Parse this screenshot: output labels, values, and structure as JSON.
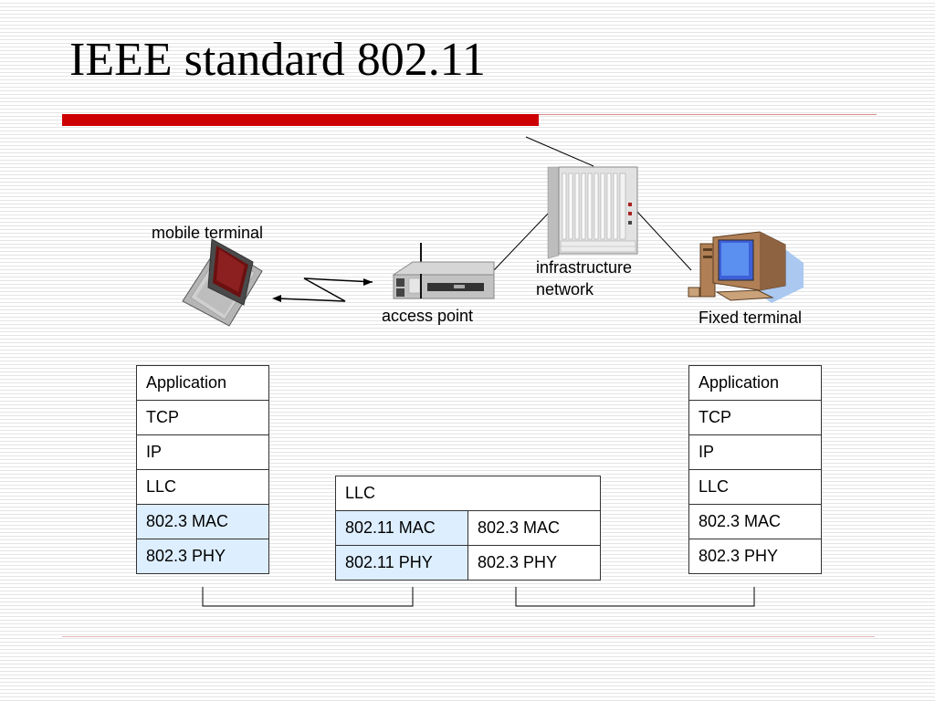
{
  "slide": {
    "title": "IEEE standard 802.11"
  },
  "diagram": {
    "mobile_terminal_label": "mobile terminal",
    "access_point_label": "access point",
    "infrastructure_label_line1": "infrastructure",
    "infrastructure_label_line2": "network",
    "fixed_terminal_label": "Fixed terminal"
  },
  "stacks": {
    "mobile": [
      "Application",
      "TCP",
      "IP",
      "LLC",
      "802.3 MAC",
      "802.3 PHY"
    ],
    "access_point": {
      "llc": "LLC",
      "wireless_mac": "802.11 MAC",
      "wired_mac": "802.3 MAC",
      "wireless_phy": "802.11 PHY",
      "wired_phy": "802.3 PHY"
    },
    "fixed": [
      "Application",
      "TCP",
      "IP",
      "LLC",
      "802.3 MAC",
      "802.3 PHY"
    ]
  },
  "colors": {
    "title_bar": "#cc0000",
    "mac_phy_highlight": "#ddeeff"
  },
  "icons": [
    "laptop-icon",
    "access-point-icon",
    "server-rack-icon",
    "desktop-computer-icon",
    "wireless-link-icon"
  ]
}
